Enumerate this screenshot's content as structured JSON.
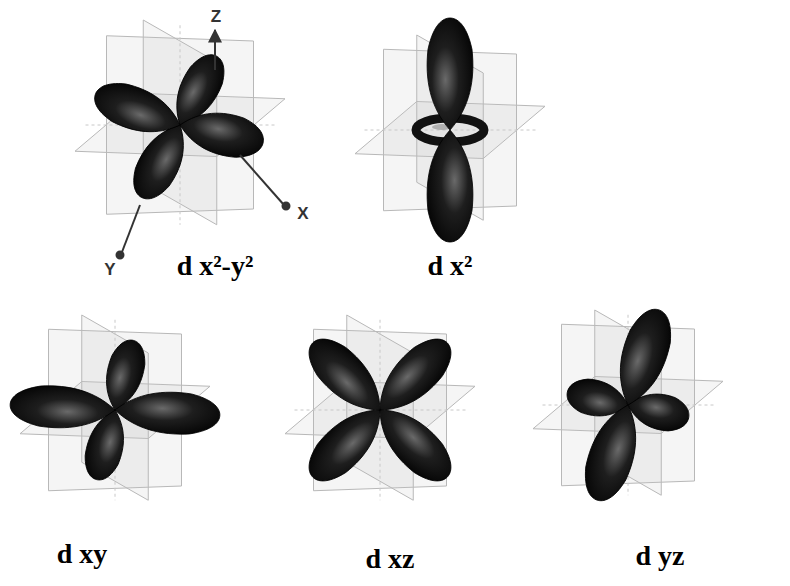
{
  "diagram": {
    "labels": [
      "Z",
      "X",
      "Y",
      "d x²-y²",
      "d x²",
      "d xy",
      "d xz",
      "d yz"
    ]
  }
}
